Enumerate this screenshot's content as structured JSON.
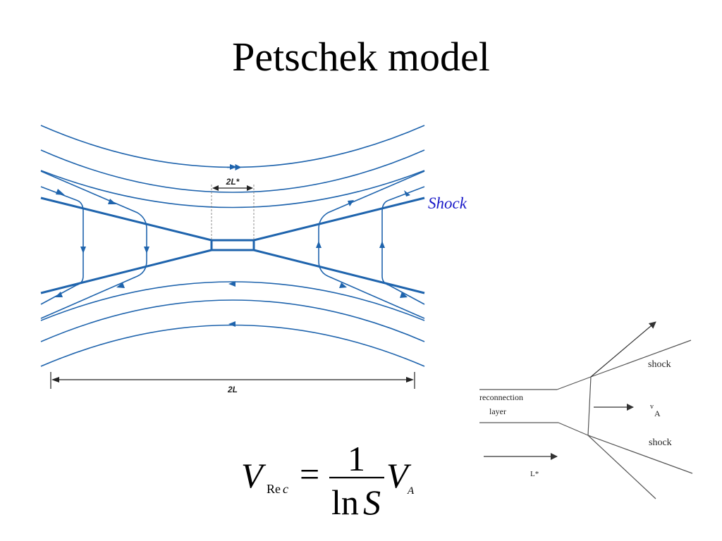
{
  "slide": {
    "title": "Petschek model"
  },
  "main_diagram": {
    "label_2Lstar": "2L*",
    "label_2L": "2L",
    "label_shock": "Shock",
    "line_color": "#1f64ad",
    "shock_label_color": "#1a1ac8"
  },
  "formula": {
    "lhs_symbol": "V",
    "lhs_subscript_upright": "Re",
    "lhs_subscript_italic": "c",
    "equals": "=",
    "numerator": "1",
    "denominator_ln": "ln",
    "denominator_S": "S",
    "rhs_symbol": "V",
    "rhs_subscript": "A"
  },
  "side_diagram": {
    "label_reconnection": "reconnection",
    "label_layer": "layer",
    "label_shock_upper": "shock",
    "label_shock_lower": "shock",
    "label_vA_v": "v",
    "label_vA_A": "A",
    "label_Lstar": "L*",
    "line_color": "#555555"
  }
}
